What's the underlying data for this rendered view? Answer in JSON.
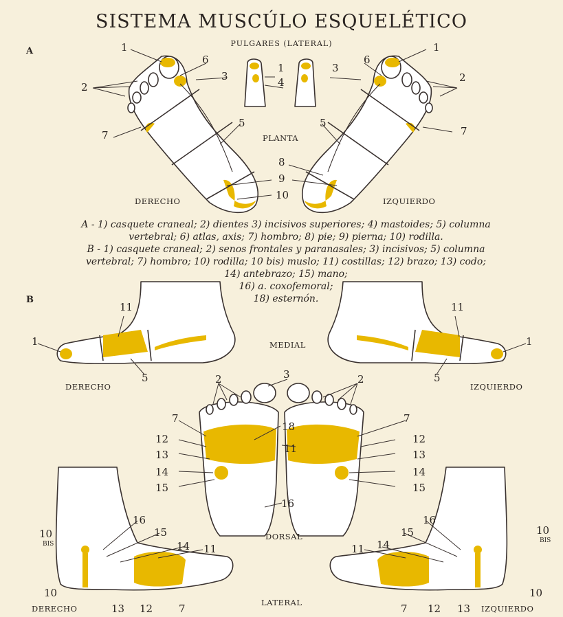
{
  "title": "SISTEMA MUSCÚLO ESQUELÉTICO",
  "section_a": {
    "letter": "A",
    "thumbs_label": "PULGARES (LATERAL)",
    "planta_label": "PLANTA",
    "right_foot": "DERECHO",
    "left_foot": "IZQUIERDO"
  },
  "legend": {
    "a": [
      "A - 1) casquete craneal; 2) dientes 3) incisivos superiores; 4) mastoides; 5) columna",
      "vertebral; 6) atlas, axis; 7) hombro; 8) pie; 9) pierna; 10) rodilla."
    ],
    "b": [
      "B - 1) casquete craneal; 2) senos frontales y paranasales; 3) incisivos; 5) columna",
      "vertebral; 7) hombro; 10) rodilla; 10 bis) muslo; 11) costillas; 12) brazo; 13) codo;",
      "14) antebrazo; 15) mano;",
      "16) a. coxofemoral;",
      "18) esternón."
    ]
  },
  "section_b": {
    "letter": "B",
    "medial_label": "MEDIAL",
    "dorsal_label": "DORSAL",
    "lateral_label": "LATERAL",
    "right_foot": "DERECHO",
    "left_foot": "IZQUIERDO",
    "bis": "BIS"
  },
  "numbers": {
    "n1": "1",
    "n2": "2",
    "n3": "3",
    "n4": "4",
    "n5": "5",
    "n6": "6",
    "n7": "7",
    "n8": "8",
    "n9": "9",
    "n10": "10",
    "n11": "11",
    "n12": "12",
    "n13": "13",
    "n14": "14",
    "n15": "15",
    "n16": "16",
    "n18": "18"
  },
  "colors": {
    "paper": "#f7f0dc",
    "zone": "#e8b800",
    "line": "#3a3230",
    "foot": "#ffffff"
  }
}
